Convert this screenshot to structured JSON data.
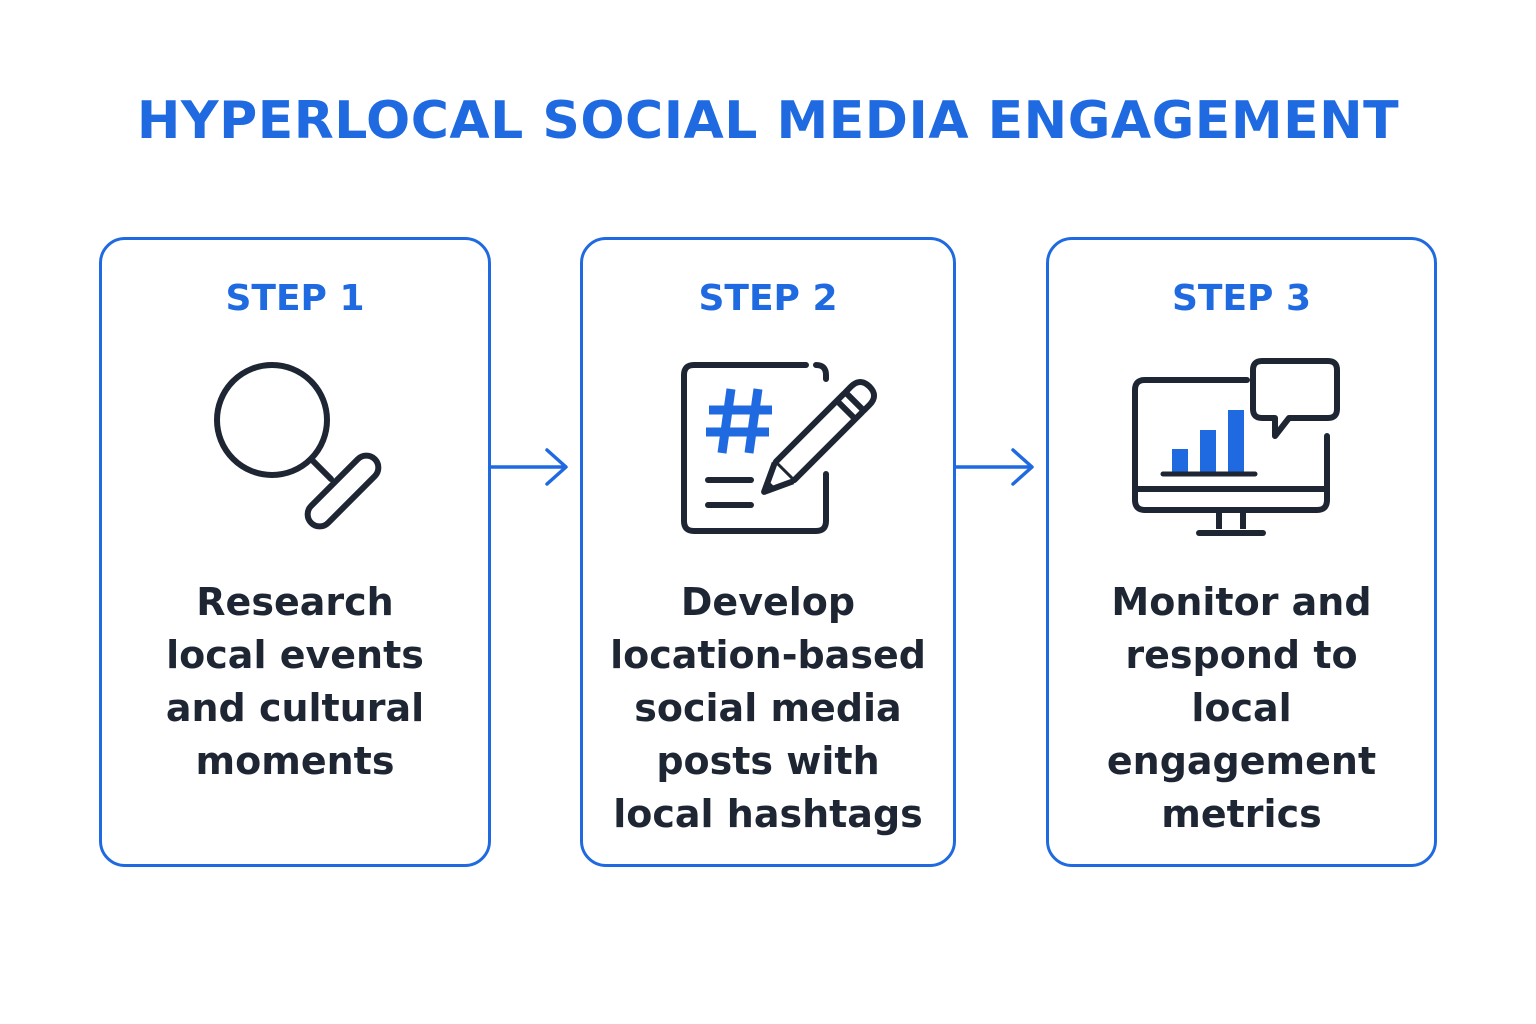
{
  "title": "HYPERLOCAL SOCIAL MEDIA ENGAGEMENT",
  "colors": {
    "accent": "#1f6ae0",
    "icon_stroke": "#1e2633",
    "text": "#1e2633",
    "background": "#ffffff"
  },
  "steps": [
    {
      "label": "STEP 1",
      "icon": "magnifying-glass-icon",
      "lines": [
        "Research",
        "local events",
        "and cultural",
        "moments"
      ]
    },
    {
      "label": "STEP 2",
      "icon": "hashtag-document-pencil-icon",
      "lines": [
        "Develop",
        "location-based",
        "social media",
        "posts with",
        "local hashtags"
      ]
    },
    {
      "label": "STEP 3",
      "icon": "monitor-chart-chat-icon",
      "lines": [
        "Monitor and",
        "respond to",
        "local",
        "engagement",
        "metrics"
      ]
    }
  ]
}
